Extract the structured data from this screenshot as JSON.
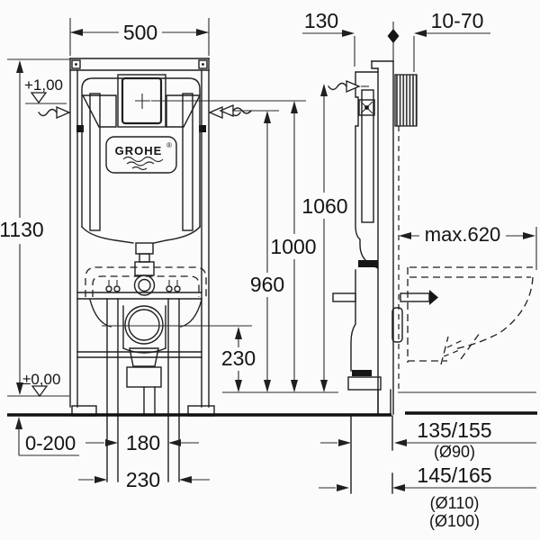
{
  "title": "Concealed WC installation frame dimensional drawing",
  "brand": {
    "logo_text": "GROHE",
    "registered_mark": "®"
  },
  "colors": {
    "line": "#1f1f1f",
    "background": "#fbfbfb"
  },
  "front_view": {
    "width": "500",
    "height": "1130",
    "upper_level": "+1,00",
    "zero_level": "±0,00",
    "floor_buildup_range": "0-200",
    "bolt_spacing_inner": "180",
    "bolt_spacing_outer": "230",
    "outlet_center_height": "230"
  },
  "side_view": {
    "frame_depth": "130",
    "wall_clearance": "10-70",
    "frame_top_height": "1060",
    "actuator_height": "1000",
    "water_inlet_height": "960",
    "bowl_depth_max": "max.620",
    "drain_offset_small": "135/155",
    "drain_dia_small": "(Ø90)",
    "drain_offset_large": "145/165",
    "drain_dia_large_1": "(Ø110)",
    "drain_dia_large_2": "(Ø100)"
  }
}
